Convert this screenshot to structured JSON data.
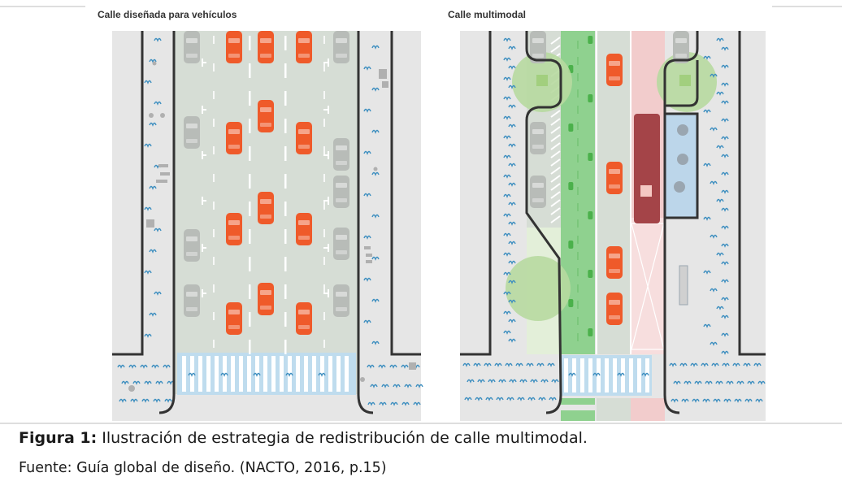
{
  "figure": {
    "left_title": "Calle diseñada para vehículos",
    "right_title": "Calle multimodal",
    "caption_label": "Figura 1:",
    "caption_text": " Ilustración de estrategia de redistribución de calle multimodal.",
    "source": "Fuente: Guía global de diseño. (NACTO, 2016, p.15)"
  },
  "colors": {
    "sidewalk": "#e6e6e6",
    "road": "#d6ddd5",
    "bike_lane": "#8fd18f",
    "bus_lane": "#f2cccc",
    "tree": "#a9d18e",
    "car_red": "#ef5a2a",
    "car_gray": "#b8bcb8",
    "bus": "#a44448",
    "crosswalk": "#bfdcee",
    "plants": "#3f8fc0",
    "curb": "#333333"
  }
}
